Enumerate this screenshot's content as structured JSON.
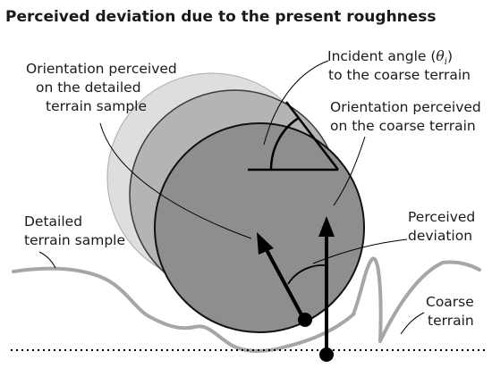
{
  "title": "Perceived deviation due to the present roughness",
  "labels": {
    "detailed_orientation": [
      "Orientation perceived",
      "on the detailed",
      "terrain sample"
    ],
    "incident_angle_pre": "Incident angle (",
    "incident_angle_symbol": "θ",
    "incident_angle_sub": "i",
    "incident_angle_post": ")",
    "incident_angle_line2": "to the coarse terrain",
    "coarse_orientation": [
      "Orientation perceived",
      "on the coarse terrain"
    ],
    "detailed_sample": [
      "Detailed",
      "terrain sample"
    ],
    "perceived_deviation": [
      "Perceived",
      "deviation"
    ],
    "coarse_terrain": [
      "Coarse",
      "terrain"
    ]
  },
  "colors": {
    "circle_back": "#dedede",
    "circle_mid": "#b4b4b4",
    "circle_front": "#8e8e8e",
    "terrain": "#a6a6a6",
    "ink": "#000000"
  }
}
